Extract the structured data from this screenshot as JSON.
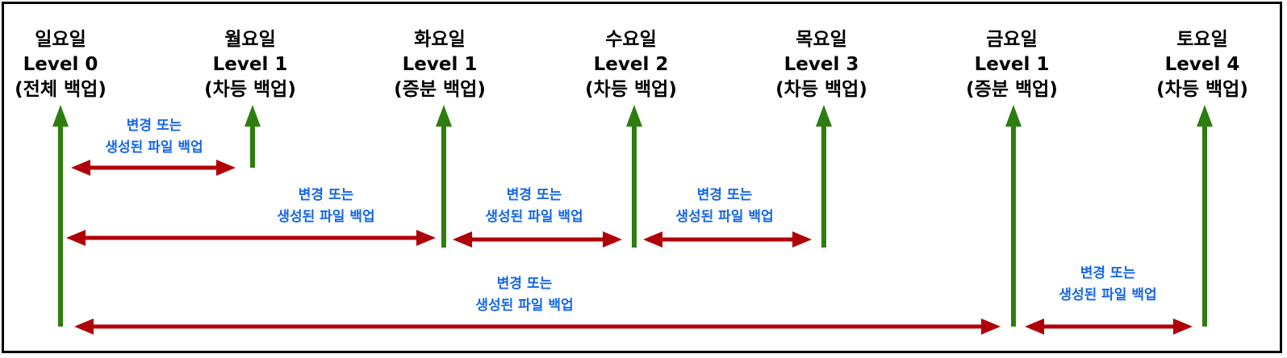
{
  "colors": {
    "frame": "#000000",
    "green_arrow": "#2e7d0f",
    "red_arrow": "#b00008",
    "note_text": "#1667e6",
    "head_text": "#000000"
  },
  "days": [
    {
      "name": "일요일",
      "level": "Level 0",
      "type": "(전체 백업)"
    },
    {
      "name": "월요일",
      "level": "Level 1",
      "type": "(차등 백업)"
    },
    {
      "name": "화요일",
      "level": "Level 1",
      "type": "(증분 백업)"
    },
    {
      "name": "수요일",
      "level": "Level 2",
      "type": "(차등 백업)"
    },
    {
      "name": "목요일",
      "level": "Level 3",
      "type": "(차등 백업)"
    },
    {
      "name": "금요일",
      "level": "Level 1",
      "type": "(증분 백업)"
    },
    {
      "name": "토요일",
      "level": "Level 4",
      "type": "(차등 백업)"
    }
  ],
  "spans": [
    {
      "from": "일요일",
      "to": "월요일",
      "label_line1": "변경 또는",
      "label_line2": "생성된 파일 백업"
    },
    {
      "from": "일요일",
      "to": "화요일",
      "label_line1": "변경 또는",
      "label_line2": "생성된 파일 백업"
    },
    {
      "from": "화요일",
      "to": "수요일",
      "label_line1": "변경 또는",
      "label_line2": "생성된 파일 백업"
    },
    {
      "from": "수요일",
      "to": "목요일",
      "label_line1": "변경 또는",
      "label_line2": "생성된 파일 백업"
    },
    {
      "from": "일요일",
      "to": "금요일",
      "label_line1": "변경 또는",
      "label_line2": "생성된 파일 백업"
    },
    {
      "from": "금요일",
      "to": "토요일",
      "label_line1": "변경 또는",
      "label_line2": "생성된 파일 백업"
    }
  ]
}
